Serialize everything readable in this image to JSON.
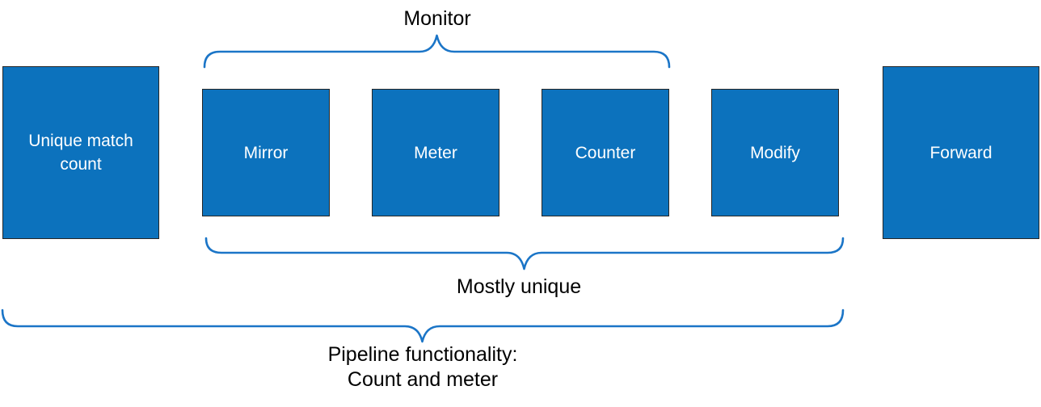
{
  "diagram": {
    "colors": {
      "background": "#ffffff",
      "box_fill": "#0C72BD",
      "box_border": "#262626",
      "box_text": "#ffffff",
      "brace": "#1B75C7",
      "label_text": "#000000"
    },
    "boxes": [
      {
        "id": "unique-match-count",
        "label": "Unique match count"
      },
      {
        "id": "mirror",
        "label": "Mirror"
      },
      {
        "id": "meter",
        "label": "Meter"
      },
      {
        "id": "counter",
        "label": "Counter"
      },
      {
        "id": "modify",
        "label": "Modify"
      },
      {
        "id": "forward",
        "label": "Forward"
      }
    ],
    "brace_labels": {
      "monitor": "Monitor",
      "mostly_unique": "Mostly unique",
      "pipeline_line1": "Pipeline functionality:",
      "pipeline_line2": "Count and meter"
    }
  }
}
